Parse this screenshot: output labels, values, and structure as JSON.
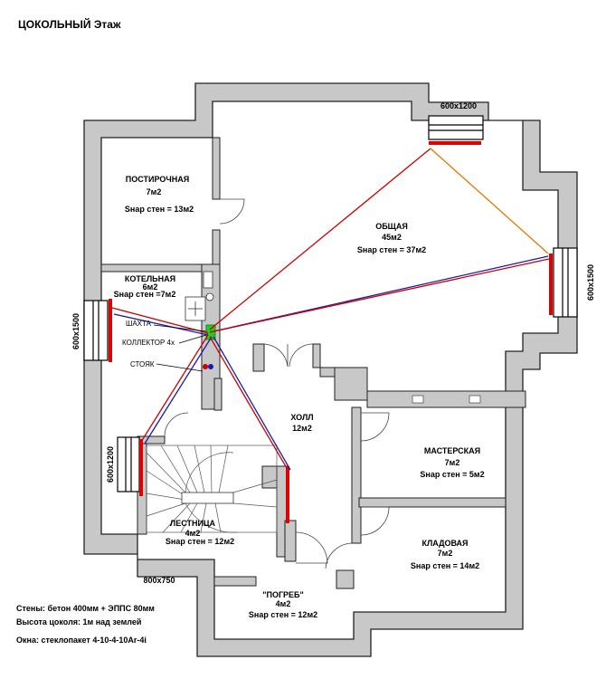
{
  "title": "ЦОКОЛЬНЫЙ Этаж",
  "rooms": {
    "postirochnaya": {
      "name": "ПОСТИРОЧНАЯ",
      "area": "7м2",
      "wall": "Sнар стен = 13м2"
    },
    "obshaya": {
      "name": "ОБЩАЯ",
      "area": "45м2",
      "wall": "Sнар стен = 37м2"
    },
    "kotelnaya": {
      "name": "КОТЕЛЬНАЯ",
      "area": "6м2",
      "wall": "Sнар стен =7м2"
    },
    "holl": {
      "name": "ХОЛЛ",
      "area": "12м2"
    },
    "masterskaya": {
      "name": "МАСТЕРСКАЯ",
      "area": "7м2",
      "wall": "Sнар стен = 5м2"
    },
    "lestnica": {
      "name": "ЛЕСТНИЦА",
      "area": "4м2",
      "wall": "Sнар стен = 12м2"
    },
    "kladovaya": {
      "name": "КЛАДОВАЯ",
      "area": "7м2",
      "wall": "Sнар стен = 14м2"
    },
    "pogreb": {
      "name": "\"ПОГРЕБ\"",
      "area": "4м2",
      "wall": "Sнар стен = 12м2"
    }
  },
  "callouts": {
    "shahta": "ШАХТА",
    "kollektor": "КОЛЛЕКТОР 4х",
    "stoyak": "СТОЯК"
  },
  "windows": {
    "top": "600х1200",
    "right": "600х1500",
    "left_upper": "600х1500",
    "left_lower": "600х1200",
    "bottom": "800х750"
  },
  "notes": {
    "walls": "Стены: бетон 400мм + ЭППС 80мм",
    "height": "Высота цоколя: 1м над землей",
    "windows": "Окна: стеклопакет 4-10-4-10Ar-4i"
  },
  "colors": {
    "wall": "#c8c8c8",
    "window_mark": "#e00000",
    "pipe_red": "#cc0000",
    "pipe_blue": "#1a1aaa",
    "pipe_orange": "#e07800",
    "collector": "#22cc22"
  }
}
